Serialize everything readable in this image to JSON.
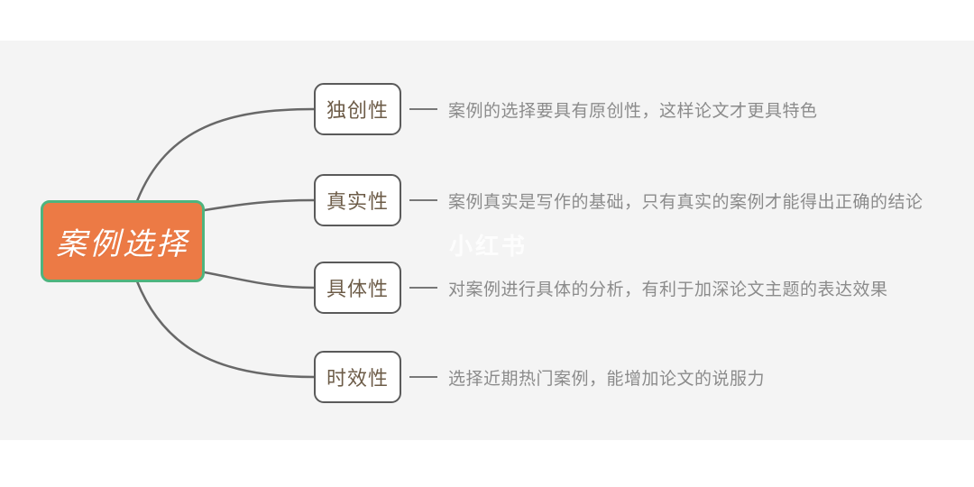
{
  "background": {
    "band_color": "#f4f4f4",
    "page_color": "#ffffff"
  },
  "watermark": {
    "text": "小红书"
  },
  "root": {
    "label": "案例选择",
    "fill_color": "#ec7a45",
    "border_color": "#4eb47e",
    "text_color": "#ffffff"
  },
  "branches": [
    {
      "label": "独创性",
      "description": "案例的选择要具有原创性，这样论文才更具特色"
    },
    {
      "label": "真实性",
      "description": "案例真实是写作的基础，只有真实的案例才能得出正确的结论"
    },
    {
      "label": "具体性",
      "description": "对案例进行具体的分析，有利于加深论文主题的表达效果"
    },
    {
      "label": "时效性",
      "description": "选择近期热门案例，能增加论文的说服力"
    }
  ],
  "link_color": "#686868"
}
